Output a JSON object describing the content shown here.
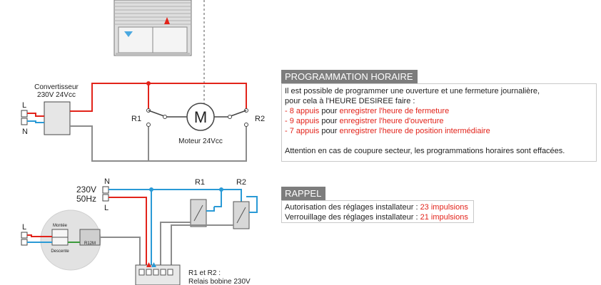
{
  "diagram1": {
    "converter_label_1": "Convertisseur",
    "converter_label_2": "230V 24Vcc",
    "L": "L",
    "N": "N",
    "R1": "R1",
    "R2": "R2",
    "motor_symbol": "M",
    "motor_label": "Moteur 24Vcc"
  },
  "diagram2": {
    "voltage": "230V",
    "frequency": "50Hz",
    "N": "N",
    "L": "L",
    "R1": "R1",
    "R2": "R2",
    "switch_L": "L",
    "switch_up": "Montée",
    "switch_down": "Descente",
    "module_label": "R12M",
    "relay_note_1": "R1 et R2 :",
    "relay_note_2": "Relais bobine 230V"
  },
  "programmation": {
    "title": "PROGRAMMATION HORAIRE",
    "intro_1": "Il est possible de programmer une ouverture et une fermeture journalière,",
    "intro_2": "pour cela à l'HEURE DESIREE faire :",
    "items": [
      {
        "count": "- 8 appuis",
        "pour": "pour",
        "action": "enregistrer l'heure de fermeture"
      },
      {
        "count": "- 9 appuis",
        "pour": "pour",
        "action": "enregistrer l'heure d'ouverture"
      },
      {
        "count": "- 7 appuis",
        "pour": "pour",
        "action": "enregistrer l'heure de position intermédiaire"
      }
    ],
    "warning": "Attention en cas de coupure secteur, les programmations horaires sont effacées."
  },
  "rappel": {
    "title": "RAPPEL",
    "line1_text": "Autorisation des réglages installateur :",
    "line1_value": "23 impulsions",
    "line2_text": "Verrouillage des réglages installateur :",
    "line2_value": "21 impulsions"
  },
  "colors": {
    "red_wire": "#e2231a",
    "blue_wire": "#2a9ad6",
    "grey_wire": "#8c8c8c",
    "accent_text": "#e2231a"
  }
}
